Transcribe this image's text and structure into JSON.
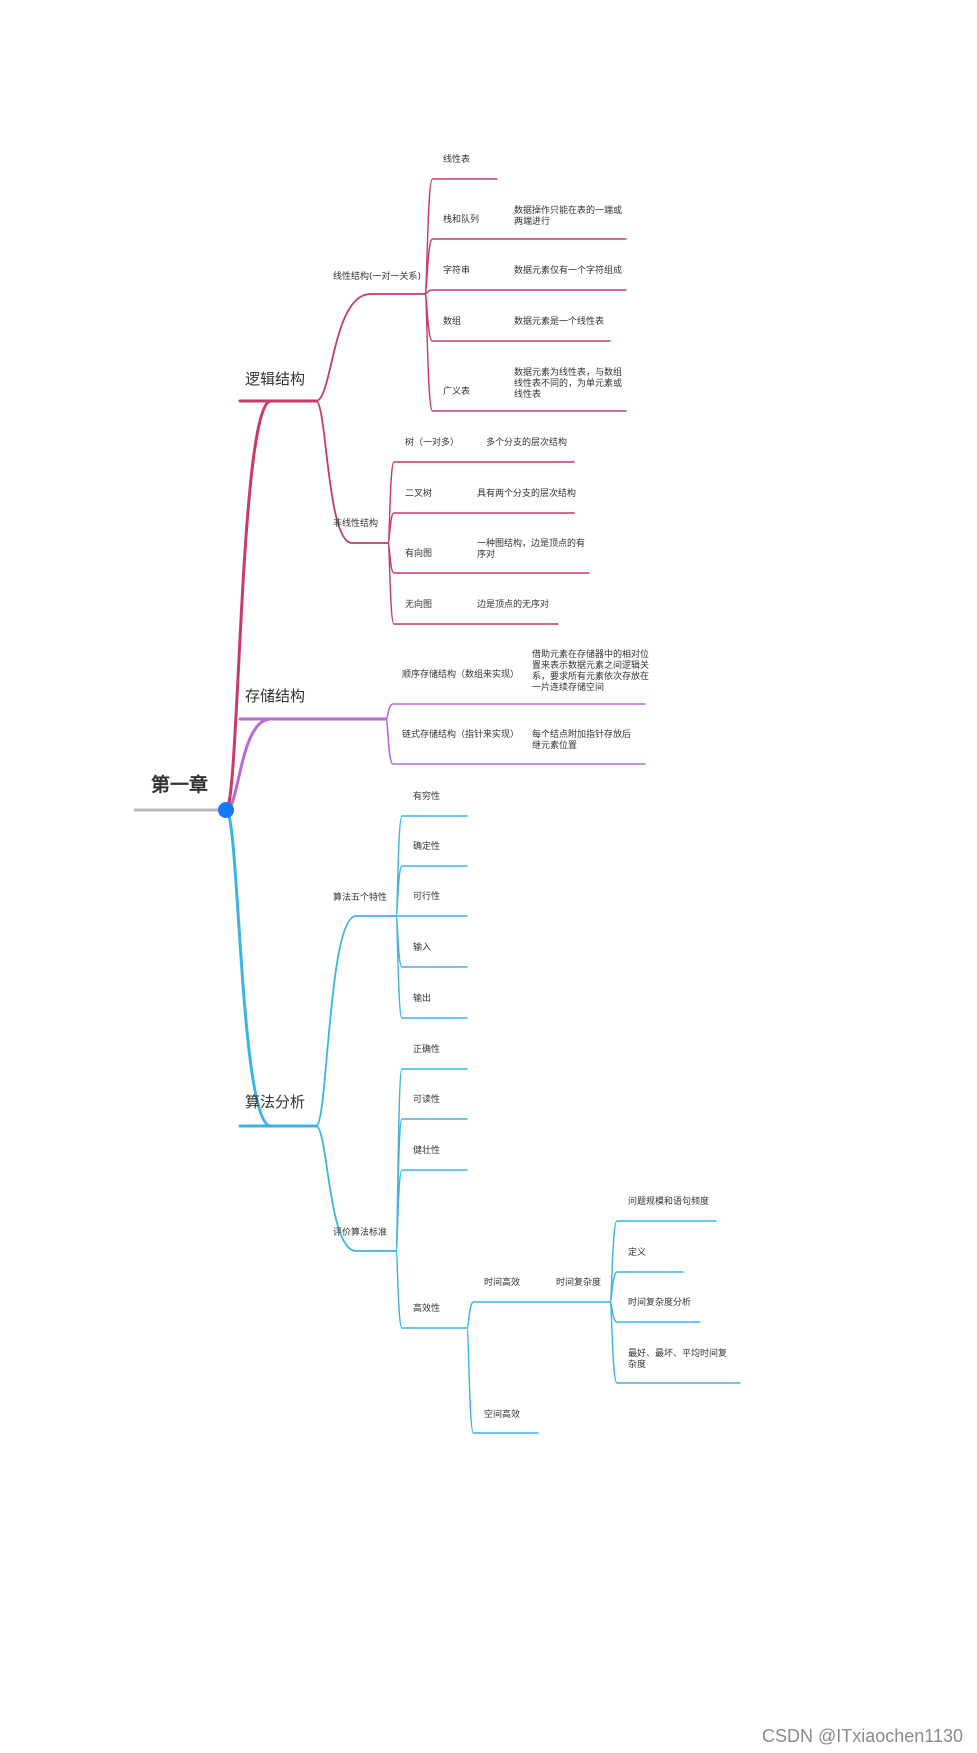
{
  "colors": {
    "logic": "#c83a6a",
    "storage": "#b86ad8",
    "algorithm": "#3bb3e8",
    "root_dot": "#1677ff",
    "root_line": "#b8b8b8"
  },
  "root": {
    "label": "第一章"
  },
  "branches": [
    {
      "label": "逻辑结构",
      "children": [
        {
          "label": "线性结构(一对一关系)",
          "children": [
            {
              "label": "线性表",
              "note": ""
            },
            {
              "label": "栈和队列",
              "note": "数据操作只能在表的一端或两端进行"
            },
            {
              "label": "字符串",
              "note": "数据元素仅有一个字符组成"
            },
            {
              "label": "数组",
              "note": "数据元素是一个线性表"
            },
            {
              "label": "广义表",
              "note": "数据元素为线性表，与数组线性表不同的，为单元素或线性表"
            }
          ]
        },
        {
          "label": "非线性结构",
          "children": [
            {
              "label": "树（一对多）",
              "note": "多个分支的层次结构"
            },
            {
              "label": "二叉树",
              "note": "具有两个分支的层次结构"
            },
            {
              "label": "有向图",
              "note": "一种图结构，边是顶点的有序对"
            },
            {
              "label": "无向图",
              "note": "边是顶点的无序对"
            }
          ]
        }
      ]
    },
    {
      "label": "存储结构",
      "children": [
        {
          "label": "顺序存储结构（数组来实现）",
          "note": "借助元素在存储器中的相对位置来表示数据元素之间逻辑关系，要求所有元素依次存放在一片连续存储空间"
        },
        {
          "label": "链式存储结构（指针来实现）",
          "note": "每个结点附加指针存放后继元素位置"
        }
      ]
    },
    {
      "label": "算法分析",
      "children": [
        {
          "label": "算法五个特性",
          "children": [
            {
              "label": "有穷性"
            },
            {
              "label": "确定性"
            },
            {
              "label": "可行性"
            },
            {
              "label": "输入"
            },
            {
              "label": "输出"
            }
          ]
        },
        {
          "label": "评价算法标准",
          "children": [
            {
              "label": "正确性"
            },
            {
              "label": "可读性"
            },
            {
              "label": "健壮性"
            },
            {
              "label": "高效性",
              "children": [
                {
                  "label": "时间高效",
                  "children": [
                    {
                      "label": "时间复杂度",
                      "children": [
                        {
                          "label": "问题规模和语句频度"
                        },
                        {
                          "label": "定义"
                        },
                        {
                          "label": "时间复杂度分析"
                        },
                        {
                          "label": "最好、最坏、平均时间复杂度"
                        }
                      ]
                    }
                  ]
                },
                {
                  "label": "空间高效"
                }
              ]
            }
          ]
        }
      ]
    }
  ],
  "watermark": "CSDN @ITxiaochen1130"
}
